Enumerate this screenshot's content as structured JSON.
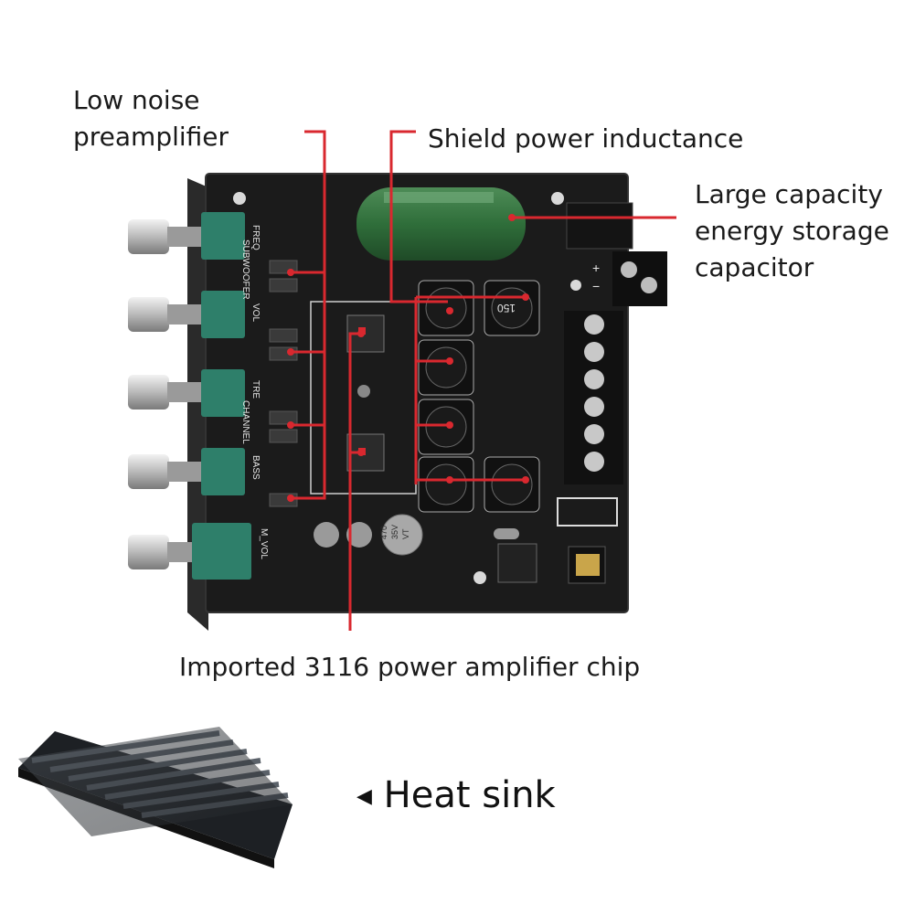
{
  "callouts": {
    "preamp": [
      "Low noise",
      "preamplifier"
    ],
    "inductance": "Shield power inductance",
    "capacitor": [
      "Large capacity",
      "energy storage",
      "capacitor"
    ],
    "chip": "Imported 3116 power amplifier chip",
    "heatsink": "Heat sink",
    "heatsink_marker": "◀"
  },
  "board_labels": {
    "freq": "FREQ",
    "subwoofer": "SUBWOOFER",
    "vol": "VOL",
    "tre": "TRE",
    "channel": "CHANNEL",
    "bass": "BASS",
    "m_vol": "M_VOL",
    "inductor_code": "150",
    "cap_rating": [
      "470",
      "35V",
      "VT"
    ],
    "plus": "+",
    "minus": "−"
  },
  "colors": {
    "callout_line": "#d9282f",
    "board": "#1b1b1b",
    "pot": "#2e7f6a",
    "capacitor": "#2f6e3a",
    "heatsink": "#2c2f33"
  }
}
